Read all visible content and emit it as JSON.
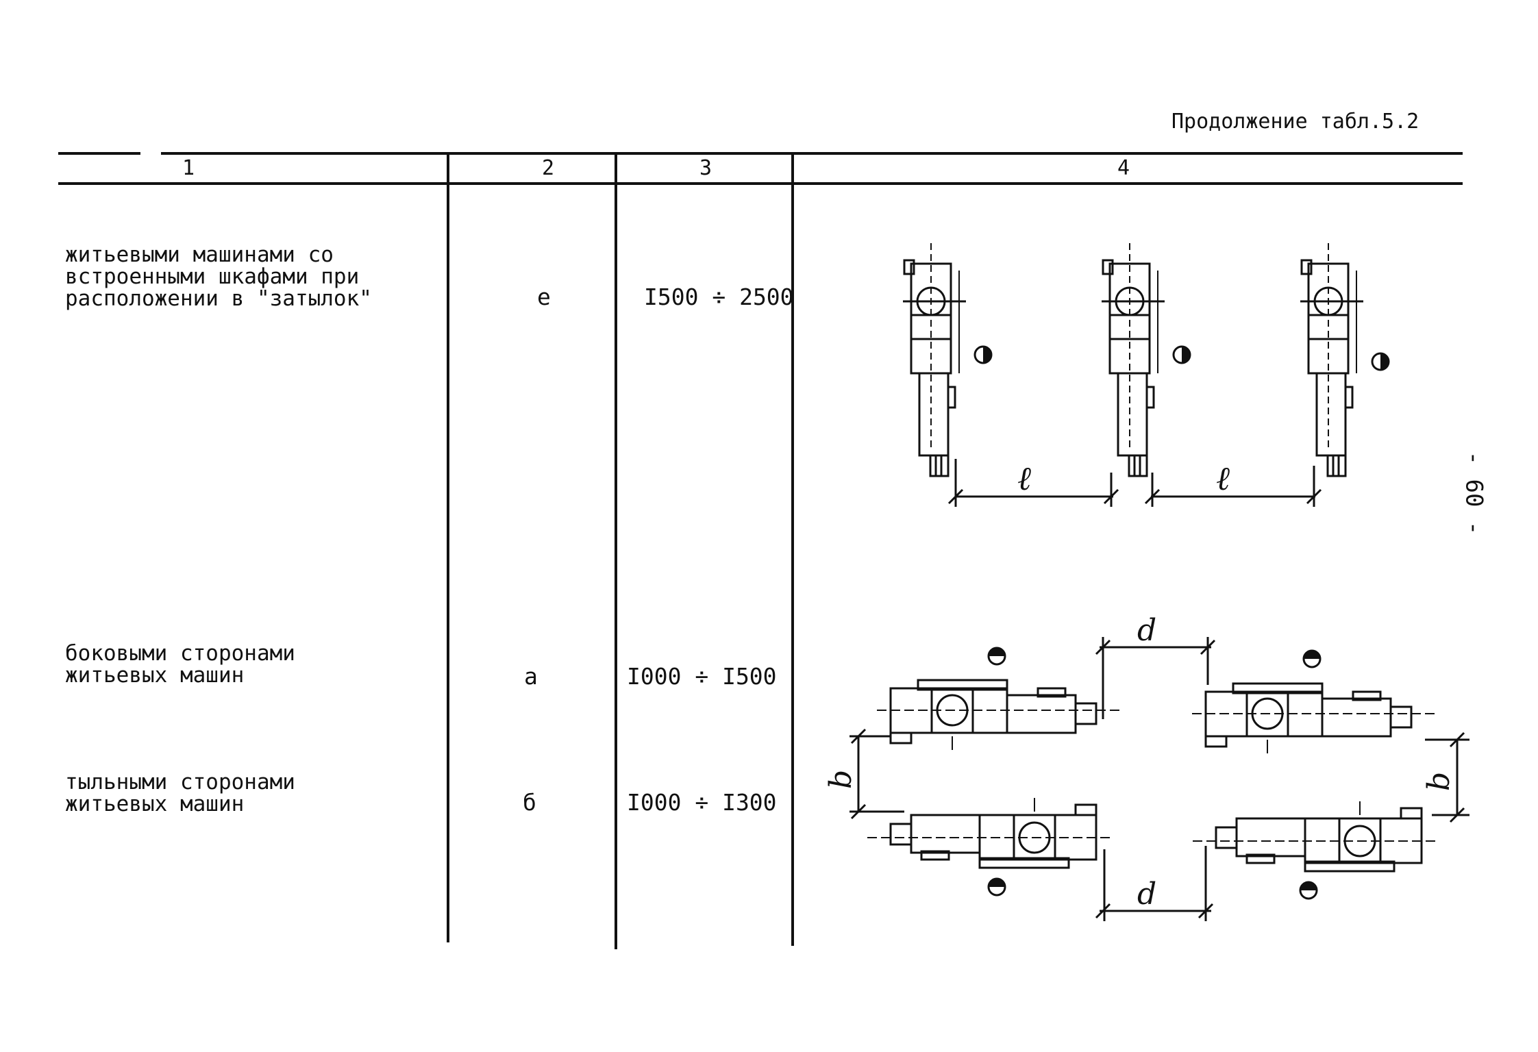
{
  "caption": "Продолжение табл.5.2",
  "page_number": "- 60 -",
  "columns": [
    "1",
    "2",
    "3",
    "4"
  ],
  "rows": [
    {
      "description": "житьевыми машинами со\nвстроенными шкафами при\nрасположении в \"затылок\"",
      "symbol": "е",
      "range": "I500 ÷ 2500"
    },
    {
      "description": "боковыми сторонами\nжитьевых машин",
      "symbol": "а",
      "range": "I000 ÷ I500"
    },
    {
      "description": "тыльными сторонами\nжитьевых машин",
      "symbol": "б",
      "range": "I000 ÷ I300"
    }
  ],
  "drawing_labels": {
    "dim_l": "ℓ",
    "dim_d": "d",
    "dim_b": "b"
  }
}
